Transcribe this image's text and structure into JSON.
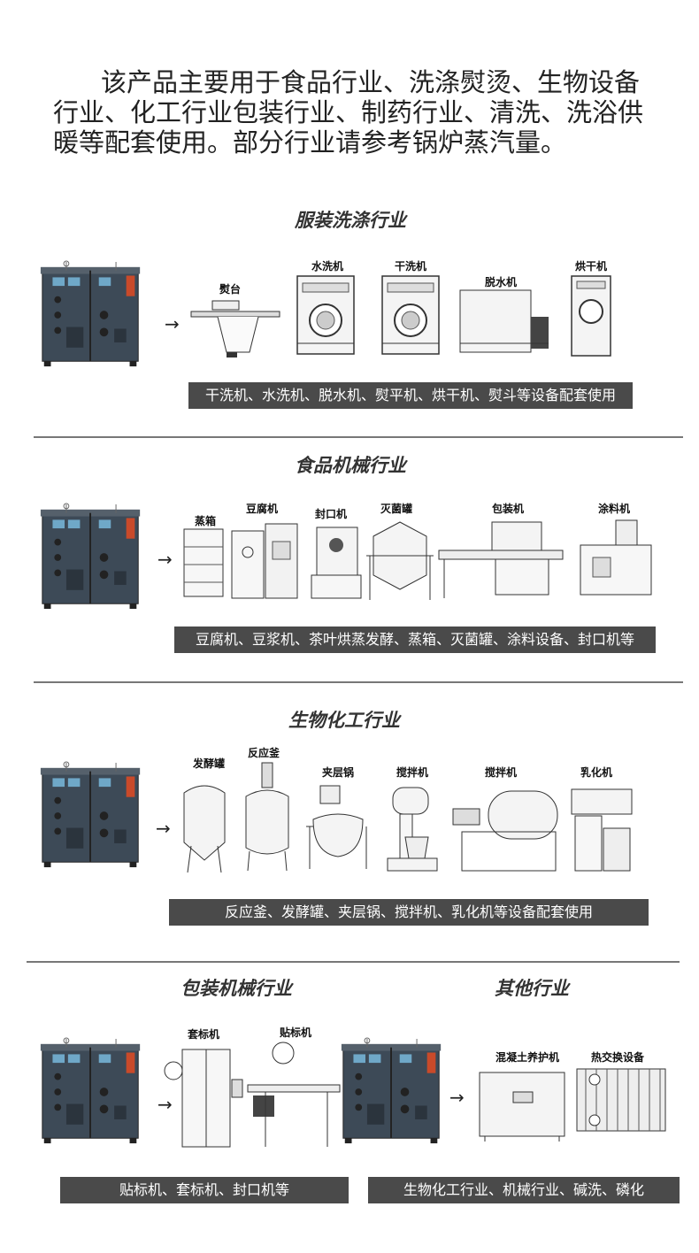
{
  "intro": {
    "line1": "该产品主要用于食品行业、洗涤熨烫、生物设备",
    "line2": "行业、化工行业包装行业、制药行业、清洗、洗浴供",
    "line3": "暖等配套使用。部分行业请参考锅炉蒸汽量。"
  },
  "sections": [
    {
      "title": "服装洗涤行业",
      "machines": [
        "熨台",
        "水洗机",
        "干洗机",
        "脱水机",
        "烘干机"
      ],
      "caption": "干洗机、水洗机、脱水机、熨平机、烘干机、熨斗等设备配套使用"
    },
    {
      "title": "食品机械行业",
      "machines": [
        "蒸箱",
        "豆腐机",
        "封口机",
        "灭菌罐",
        "包装机",
        "涂料机"
      ],
      "caption": "豆腐机、豆浆机、茶叶烘蒸发酵、蒸箱、灭菌罐、涂料设备、封口机等"
    },
    {
      "title": "生物化工行业",
      "machines": [
        "发酵罐",
        "反应釜",
        "夹层锅",
        "搅拌机",
        "搅拌机",
        "乳化机"
      ],
      "caption": "反应釜、发酵罐、夹层锅、搅拌机、乳化机等设备配套使用"
    },
    {
      "title": "包装机械行业",
      "machines": [
        "套标机",
        "贴标机"
      ],
      "caption": "贴标机、套标机、封口机等"
    },
    {
      "title": "其他行业",
      "machines": [
        "混凝土养护机",
        "热交换设备"
      ],
      "caption": "生物化工行业、机械行业、碱洗、磷化"
    }
  ],
  "arrow": "→",
  "colors": {
    "boiler_body": "#3d4a57",
    "boiler_accent": "#c94a2a",
    "caption_bg": "#4a4a4a",
    "panel": "#6fa8c8"
  }
}
